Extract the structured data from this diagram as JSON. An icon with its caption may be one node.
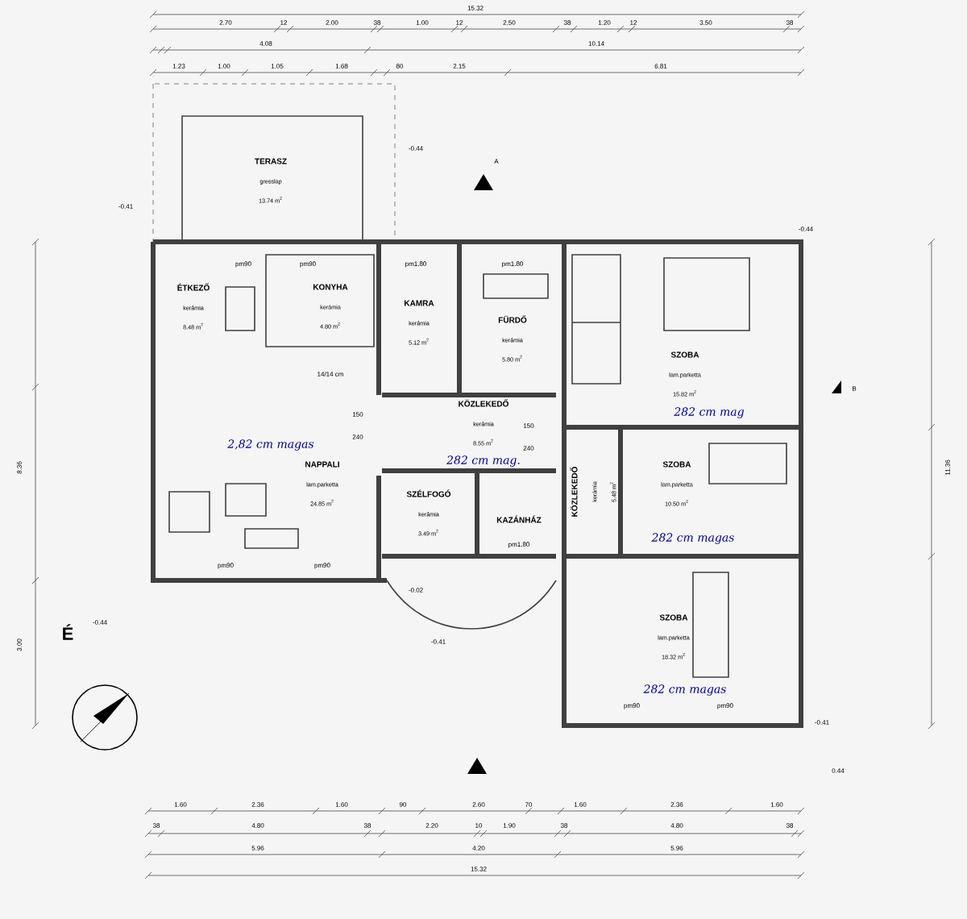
{
  "diagram": {
    "nodes": [
      {
        "text": [
          "TERASZ",
          "gresslap",
          "13.74 m$^{2}$"
        ]
      },
      {
        "text": [
          "ÉTKEZŐ",
          "kerámia",
          "8.48 m$^{2}$"
        ]
      },
      {
        "text": [
          "KONYHA",
          "kerámia",
          "4.80 m$^{2}$"
        ]
      },
      {
        "text": [
          "KAMRA",
          "kerámia",
          "5.12 m$^{2}$"
        ]
      },
      {
        "text": [
          "FÜRDŐ",
          "kerámia",
          "5.80 m$^{2}$"
        ]
      },
      {
        "text": [
          "SZOBA",
          "lam.parketta",
          "15.82 m$^{2}$"
        ],
        "beside": [
          "282 cm mag"
        ]
      },
      {
        "text": [
          "NAPPALI",
          "lam.parketta",
          "24.85 m$^{2}$"
        ],
        "beside": [
          "2,82 cm magas"
        ]
      },
      {
        "text": [
          "KÖZLEKEDŐ",
          "kerámia",
          "8.55 m$^{2}$"
        ],
        "beside": [
          "282 cm mag."
        ]
      },
      {
        "text": [
          "SZÉLFOGÓ",
          "kerámia",
          "3.49 m$^{2}$"
        ]
      },
      {
        "text": [
          "KAZÁNHÁZ"
        ]
      },
      {
        "text": [
          "KÖZLEKEDŐ",
          "kerámia",
          "5.48 m$^{2}$"
        ]
      },
      {
        "text": [
          "SZOBA",
          "lam.parketta",
          "10.50 m$^{2}$"
        ],
        "beside": [
          "282 cm magas"
        ]
      },
      {
        "text": [
          "SZOBA",
          "lam.parketta",
          "18.32 m$^{2}$"
        ],
        "beside": [
          "282 cm magas"
        ]
      }
    ],
    "labels": [
      "15.32",
      "2.70",
      "12",
      "2.00",
      "38",
      "1.00",
      "12",
      "2.50",
      "38",
      "1.20",
      "12",
      "3.50",
      "38",
      "4.08",
      "10.14",
      "1.23",
      "1.00",
      "1.05",
      "1.68",
      "80",
      "2.15",
      "6.81",
      "-0.41",
      "-0.44",
      "A",
      "-0.44",
      "pm90",
      "pm90",
      "pm1.80",
      "pm1.80",
      "14/14 cm",
      "150",
      "240",
      "150",
      "240",
      "8.36",
      "11.36",
      "B",
      "pm90",
      "pm90",
      "-0.02",
      "pm1.80",
      "-0.44",
      "-0.41",
      "3.00",
      "É",
      "pm90",
      "pm90",
      "-0.41",
      "0.44",
      "1.60",
      "2.36",
      "1.60",
      "90",
      "2.60",
      "70",
      "1.60",
      "2.36",
      "1.60",
      "38",
      "4.80",
      "38",
      "2.20",
      "10",
      "1.90",
      "38",
      "4.80",
      "38",
      "5.96",
      "4.20",
      "5.96",
      "15.32"
    ]
  }
}
